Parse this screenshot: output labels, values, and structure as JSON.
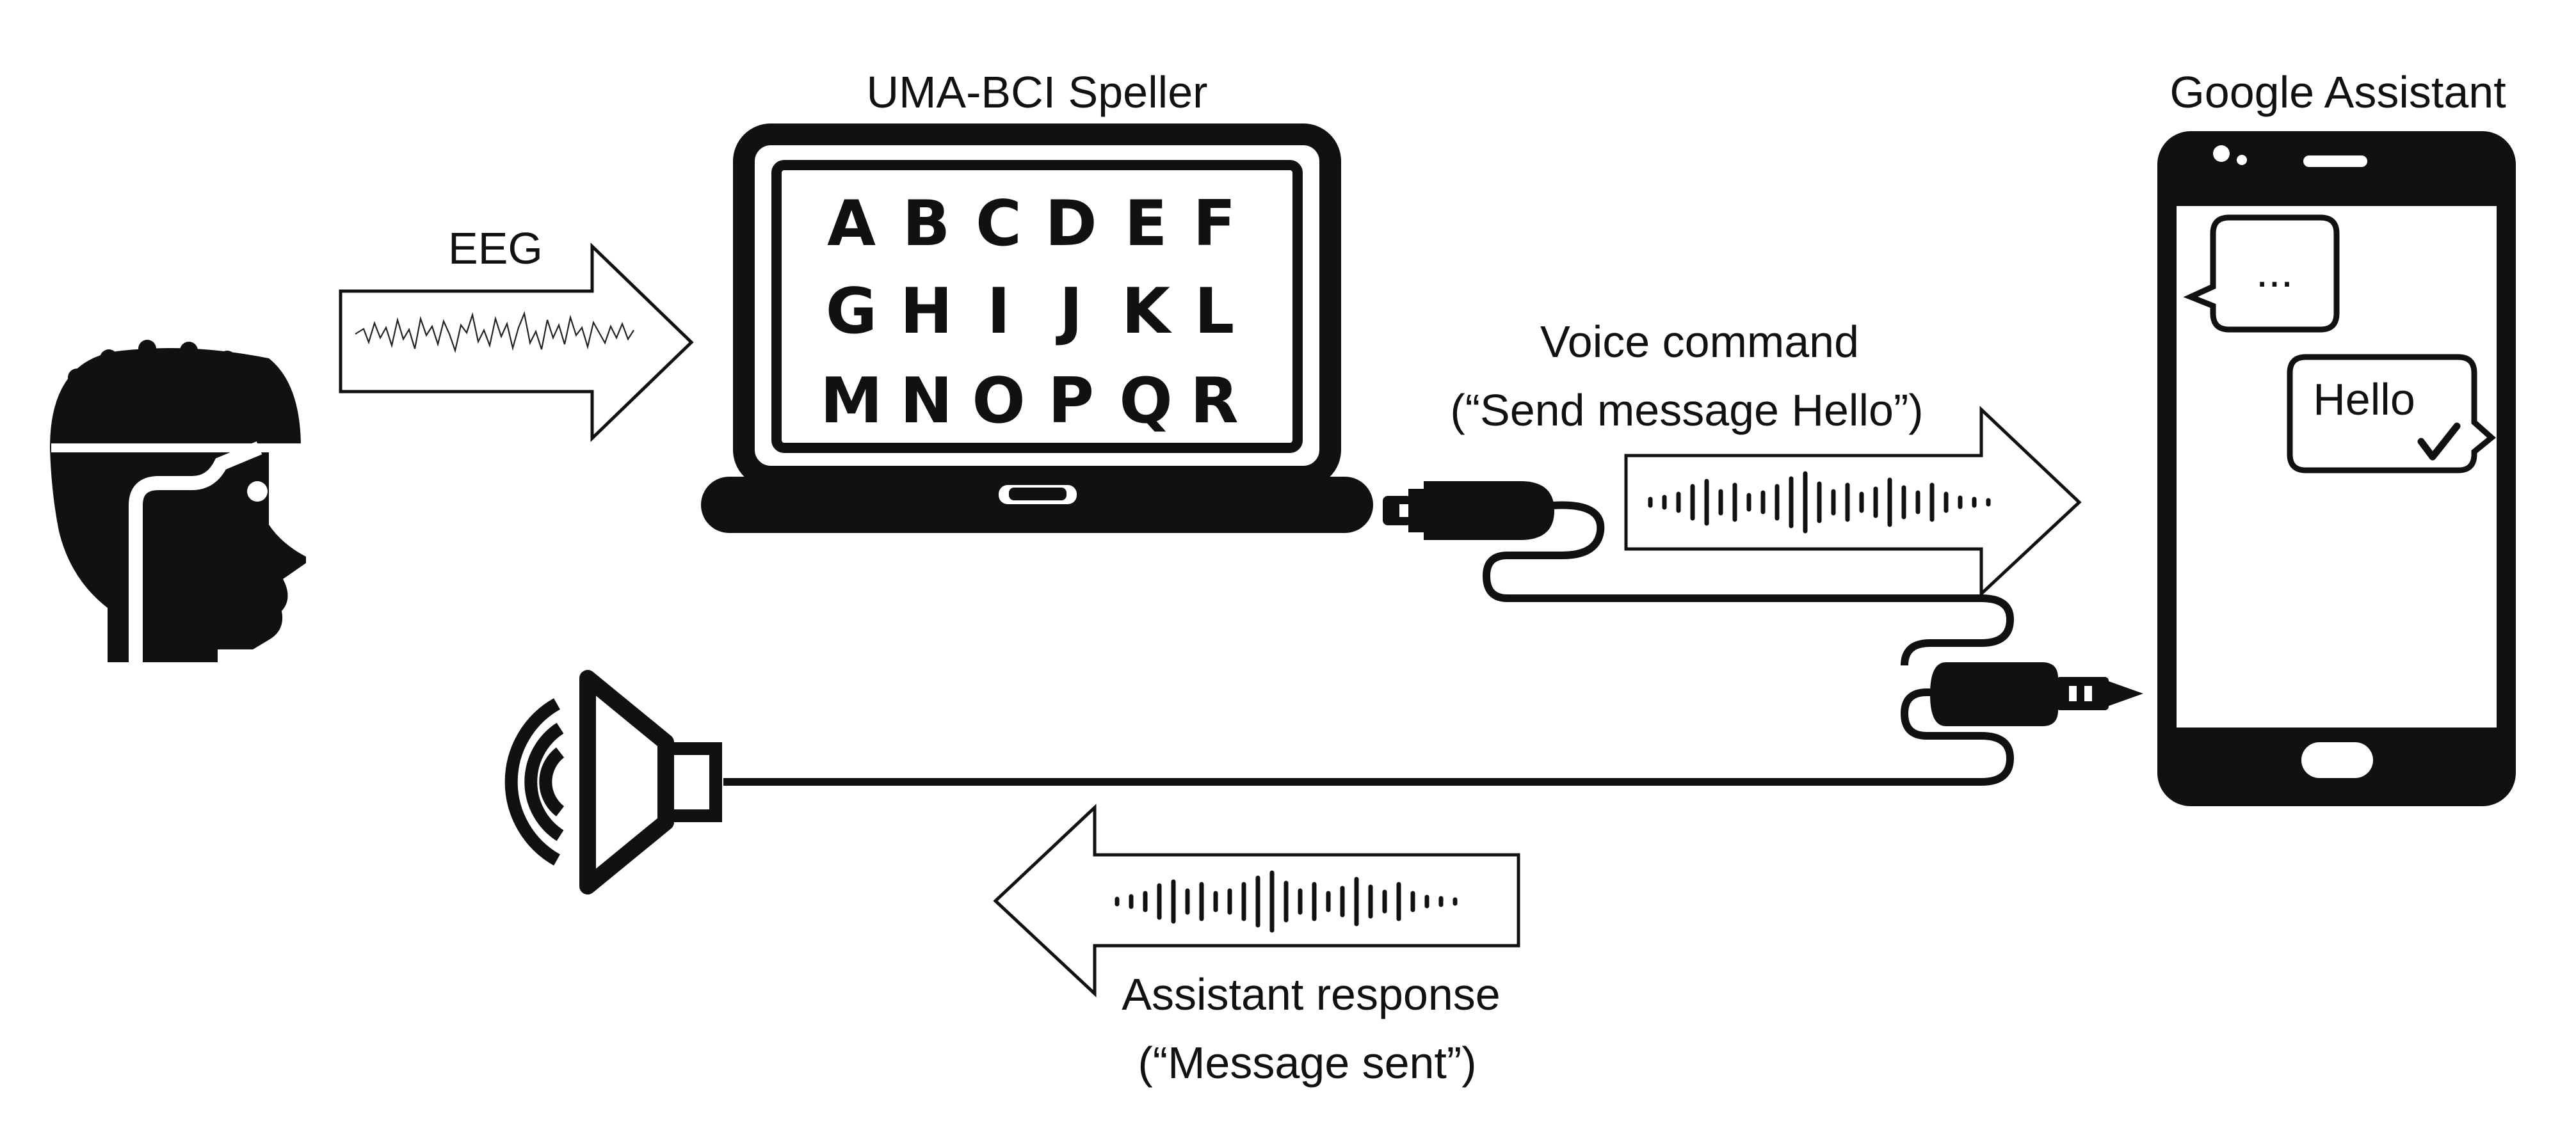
{
  "labels": {
    "eeg": "EEG",
    "speller_title": "UMA-BCI Speller",
    "assistant_title": "Google Assistant",
    "voice_command": "Voice command",
    "voice_command_example": "(“Send message Hello”)",
    "assistant_response": "Assistant response",
    "assistant_response_example": "(“Message sent”)"
  },
  "speller_grid": {
    "row1": [
      "A",
      "B",
      "C",
      "D",
      "E",
      "F"
    ],
    "row2": [
      "G",
      "H",
      "I",
      "J",
      "K",
      "L"
    ],
    "row3": [
      "M",
      "N",
      "O",
      "P",
      "Q",
      "R"
    ]
  },
  "phone": {
    "incoming_bubble": "...",
    "outgoing_bubble": "Hello",
    "outgoing_status_icon": "checkmark-icon"
  },
  "icons": {
    "user": "eeg-cap-head-icon",
    "laptop": "laptop-icon",
    "phone": "smartphone-icon",
    "speaker": "speaker-icon",
    "jack": "audio-jack-icon"
  },
  "colors": {
    "ink": "#111111",
    "background": "#ffffff"
  }
}
